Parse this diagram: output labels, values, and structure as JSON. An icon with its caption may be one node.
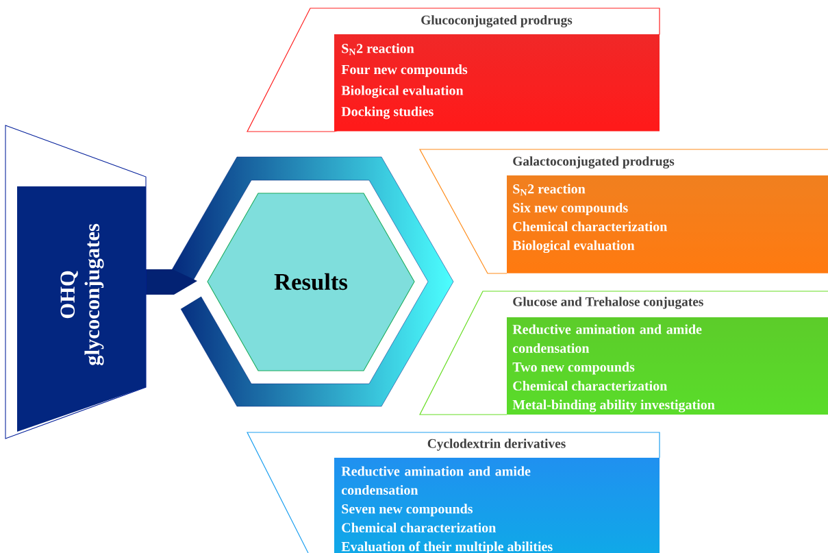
{
  "diagram": {
    "nodes": [
      {
        "text": [
          "OHQ glycoconjugates"
        ]
      },
      {
        "text": [
          "Results"
        ]
      },
      {
        "text": [
          "Glucoconjugated prodrugs",
          "S$_{N}$2 reaction",
          "Four new compounds",
          "Biological evaluation",
          "Docking studies"
        ]
      },
      {
        "text": [
          "Galactoconjugated prodrugs",
          "S$_{N}$2 reaction",
          "Six new compounds",
          "Chemical characterization",
          "Biological evaluation"
        ]
      },
      {
        "text": [
          "Glucose and Trehalose conjugates",
          "Reductive amination and amide condensation",
          "Two new compounds",
          "Chemical characterization",
          "Metal-binding ability investigation"
        ]
      },
      {
        "text": [
          "Cyclodextrin derivatives",
          "Reductive amination and amide condensation",
          "Seven new compounds",
          "Chemical characterization",
          "Evaluation of their multiple abilities"
        ]
      }
    ]
  }
}
